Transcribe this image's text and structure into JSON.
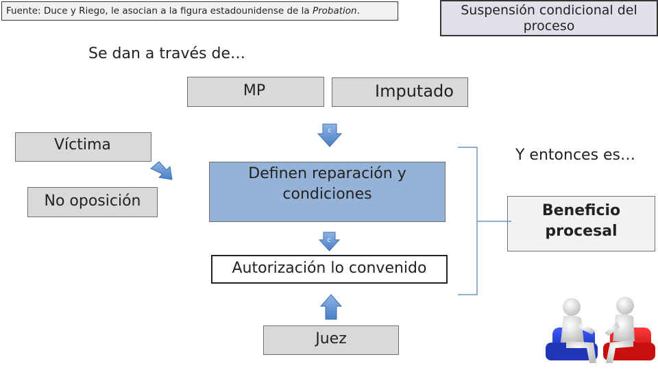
{
  "source_note": {
    "prefix": "Fuente: Duce y Riego, le asocian a la figura estadounidense de la ",
    "italic": "Probation",
    "suffix": "."
  },
  "title": {
    "line1": "Suspensión condicional del",
    "line2": "proceso"
  },
  "lead_text": "Se dan a través de…",
  "nodes": {
    "mp": "MP",
    "imputado": "Imputado",
    "victima": "Víctima",
    "no_oposicion": "No oposición",
    "definen_line1": "Definen reparación y",
    "definen_line2": "condiciones",
    "autorizacion": "Autorización lo convenido",
    "juez": "Juez"
  },
  "arrow_marker": "c",
  "result": {
    "lead": "Y entonces es…",
    "line1": "Beneficio",
    "line2": "procesal"
  },
  "image": {
    "subject": "two white 3D figures sitting in red and blue chairs having a conversation"
  },
  "colors": {
    "gray_box": "#d9d9d9",
    "blue_box": "#95b3d7",
    "arrow_blue": "#5b8fd1",
    "title_box": "#e1dfe9"
  }
}
